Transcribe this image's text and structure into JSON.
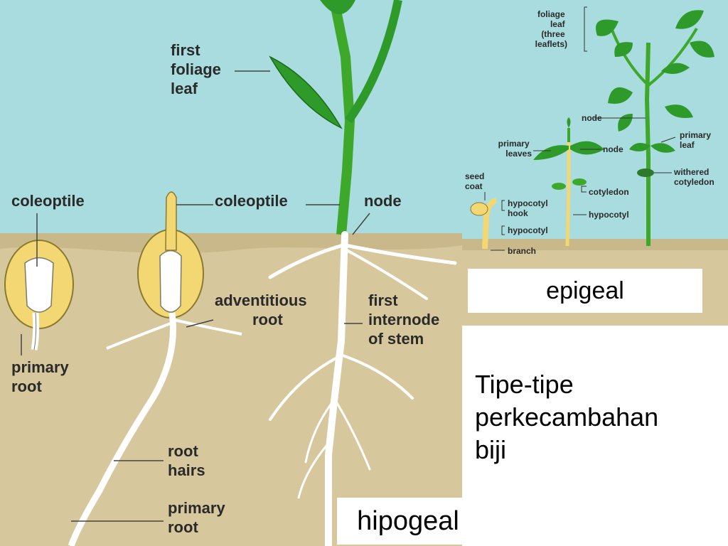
{
  "hypogeal": {
    "labels": {
      "first_foliage_leaf": [
        "first",
        "foliage",
        "leaf"
      ],
      "coleoptile_left": "coleoptile",
      "coleoptile_mid": "coleoptile",
      "node": "node",
      "adventitious_root": [
        "adventitious",
        "root"
      ],
      "first_internode": [
        "first",
        "internode",
        "of stem"
      ],
      "primary_root_left": [
        "primary",
        "root"
      ],
      "root_hairs": [
        "root",
        "hairs"
      ],
      "primary_root_bottom": [
        "primary",
        "root"
      ]
    },
    "caption": "hipogeal"
  },
  "epigeal": {
    "labels": {
      "foliage_leaf": [
        "foliage",
        "leaf",
        "(three",
        "leaflets)"
      ],
      "node_upper": "node",
      "primary_leaf": [
        "primary",
        "leaf"
      ],
      "primary_leaves": [
        "primary",
        "leaves"
      ],
      "node_lower": "node",
      "seed_coat": [
        "seed",
        "coat"
      ],
      "withered_cotyledon": [
        "withered",
        "cotyledon"
      ],
      "cotyledon": "cotyledon",
      "hypocotyl_hook": [
        "hypocotyl",
        "hook"
      ],
      "hypocotyl_right": "hypocotyl",
      "hypocotyl_left": "hypocotyl",
      "branch": "branch"
    },
    "caption": "epigeal"
  },
  "title_lines": [
    "Tipe-tipe",
    "perkecambahan",
    "biji"
  ],
  "colors": {
    "sky": "#a8dcdf",
    "soil": "#d6c79c",
    "seed": "#f3d772",
    "stem": "#3ea82a",
    "leaf": "#2e9a2a",
    "root": "#ffffff"
  }
}
